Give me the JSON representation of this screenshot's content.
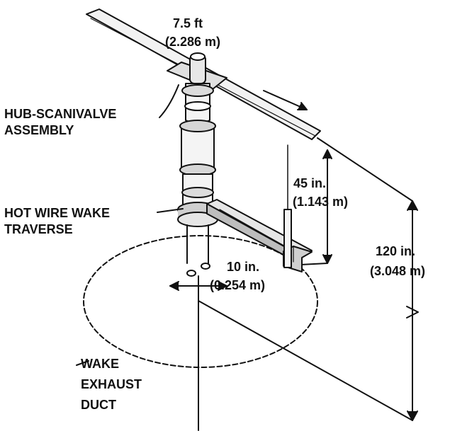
{
  "labels": {
    "hub_line1": "HUB-SCANIVALVE",
    "hub_line2": "ASSEMBLY",
    "hotwire_line1": "HOT WIRE WAKE",
    "hotwire_line2": "TRAVERSE",
    "wake_line1": "WAKE",
    "wake_line2": "EXHAUST",
    "wake_line3": "DUCT"
  },
  "dimensions": {
    "rotor": {
      "imperial": "7.5 ft",
      "metric": "(2.286 m)"
    },
    "probe_height": {
      "imperial": "45 in.",
      "metric": "(1.143 m)"
    },
    "total_height": {
      "imperial": "120 in.",
      "metric": "(3.048 m)"
    },
    "offset": {
      "imperial": "10 in.",
      "metric": "(0.254 m)"
    }
  },
  "colors": {
    "ink": "#111111",
    "body": "#f4f4f4",
    "shade": "#cfcfcf"
  }
}
